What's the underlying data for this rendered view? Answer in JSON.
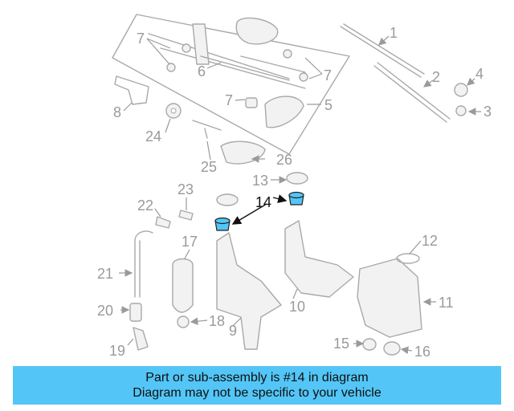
{
  "colors": {
    "banner_bg": "#53c6f7",
    "highlight_part": "#53c6f7",
    "part_line": "#a9a9a9",
    "callout_text": "#9a9a9a",
    "highlight_text": "#111111"
  },
  "callouts": {
    "c1": "1",
    "c2": "2",
    "c3": "3",
    "c4": "4",
    "c5": "5",
    "c6": "6",
    "c7a": "7",
    "c7b": "7",
    "c7c": "7",
    "c8": "8",
    "c9": "9",
    "c10": "10",
    "c11": "11",
    "c12": "12",
    "c13": "13",
    "c14": "14",
    "c15": "15",
    "c16": "16",
    "c17": "17",
    "c18": "18",
    "c19": "19",
    "c20": "20",
    "c21": "21",
    "c22": "22",
    "c23": "23",
    "c24": "24",
    "c25": "25",
    "c26": "26"
  },
  "banner": {
    "line1": "Part or sub-assembly is #14 in diagram",
    "line2": "Diagram may not be specific to your vehicle"
  }
}
